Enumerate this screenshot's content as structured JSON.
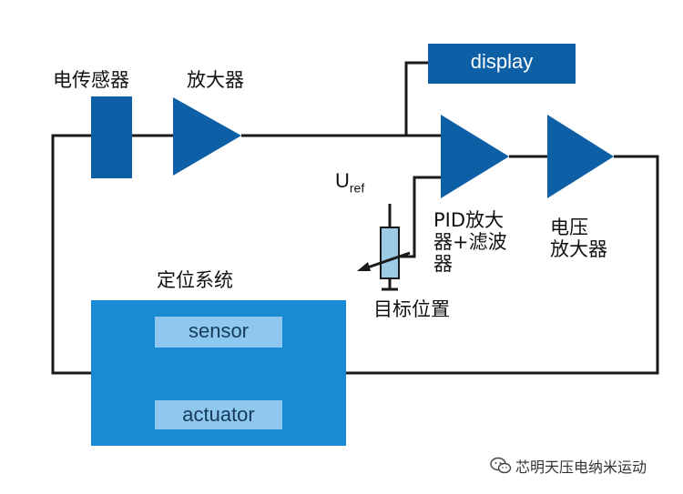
{
  "labels": {
    "sensor_element": "电传感器",
    "amplifier": "放大器",
    "display": "display",
    "uref_main": "U",
    "uref_sub": "ref",
    "pid_line1": "PID放大",
    "pid_line2": "器+滤波",
    "pid_line3": "器",
    "voltage_line1": "电压",
    "voltage_line2": "放大器",
    "positioning_system": "定位系统",
    "target_position": "目标位置",
    "sensor_box": "sensor",
    "actuator_box": "actuator"
  },
  "watermark": {
    "text": "芯明天压电纳米运动",
    "icon": "wechat-icon"
  },
  "colors": {
    "primary_blue": "#0d5fa6",
    "bright_blue": "#1a8ad4",
    "light_blue_inner": "#8ec8ee",
    "line": "#1a1a1a",
    "pot_fill": "#9ccbe8"
  }
}
